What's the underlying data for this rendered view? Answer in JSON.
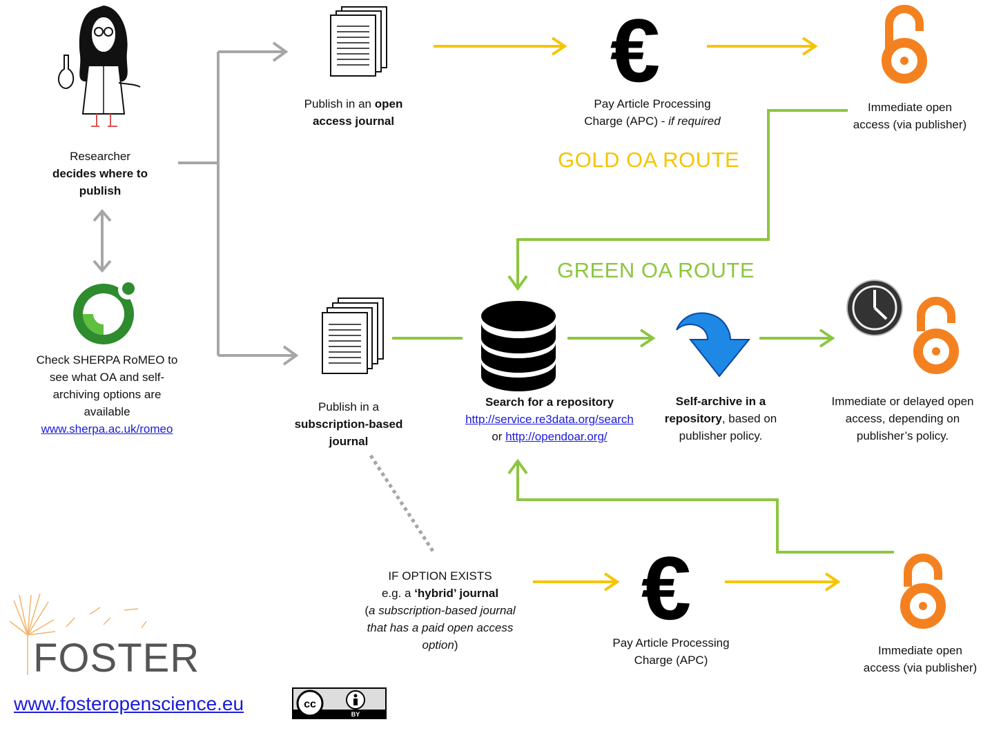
{
  "researcher": {
    "line1": "Researcher",
    "line2": "decides where to",
    "line3": "publish"
  },
  "sherpa": {
    "line1": "Check SHERPA RoMEO to",
    "line2": "see what OA and self-",
    "line3": "archiving options are",
    "line4": "available",
    "link": "www.sherpa.ac.uk/romeo"
  },
  "oa_journal": {
    "line1_pre": "Publish in an ",
    "line1_bold": "open",
    "line2_bold": "access journal"
  },
  "apc_gold": {
    "line1": "Pay Article Processing",
    "line2_pre": "Charge (APC) - ",
    "line2_ital": "if required"
  },
  "immediate_gold": {
    "line1": "Immediate open",
    "line2": "access (via publisher)"
  },
  "gold_route": "GOLD OA ROUTE",
  "green_route": "GREEN OA ROUTE",
  "sub_journal": {
    "line1": "Publish in a",
    "line2": "subscription-based",
    "line3": "journal"
  },
  "repository": {
    "title": "Search for a repository",
    "link1": "http://service.re3data.org/search",
    "or": "or ",
    "link2": "http://opendoar.org/"
  },
  "self_archive": {
    "line1_bold": "Self-archive in a",
    "line2_bold": "repository",
    "line2_rest": ", based on",
    "line3": "publisher policy."
  },
  "immediate_delayed": {
    "line1": "Immediate or delayed open",
    "line2": "access, depending on",
    "line3": "publisher’s policy."
  },
  "hybrid": {
    "line1": "IF OPTION EXISTS",
    "line2_pre": "e.g.  a ",
    "line2_bold": "‘hybrid’ journal",
    "line3_pre": "(",
    "line3_ital": "a subscription-based journal",
    "line4_ital": "that has a paid open access",
    "line5_ital": "option",
    "line5_post": ")"
  },
  "apc_hybrid": {
    "line1": "Pay Article Processing",
    "line2": "Charge (APC)"
  },
  "immediate_hybrid": {
    "line1": "Immediate open",
    "line2": "access (via publisher)"
  },
  "footer": {
    "foster": "FOSTER",
    "url": "www.fosteropenscience.eu"
  },
  "colors": {
    "gold": "#f5c400",
    "green": "#8cc63f",
    "grey": "#a6a6a6",
    "orange": "#f48120",
    "link": "#1a1adb",
    "blue_arrow": "#1e88e5"
  },
  "icons": [
    "researcher-icon",
    "romeo-logo-icon",
    "document-stack-icon",
    "euro-icon",
    "open-access-icon",
    "database-icon",
    "download-arrow-icon",
    "clock-icon",
    "foster-dandelion-icon",
    "cc-by-icon"
  ]
}
